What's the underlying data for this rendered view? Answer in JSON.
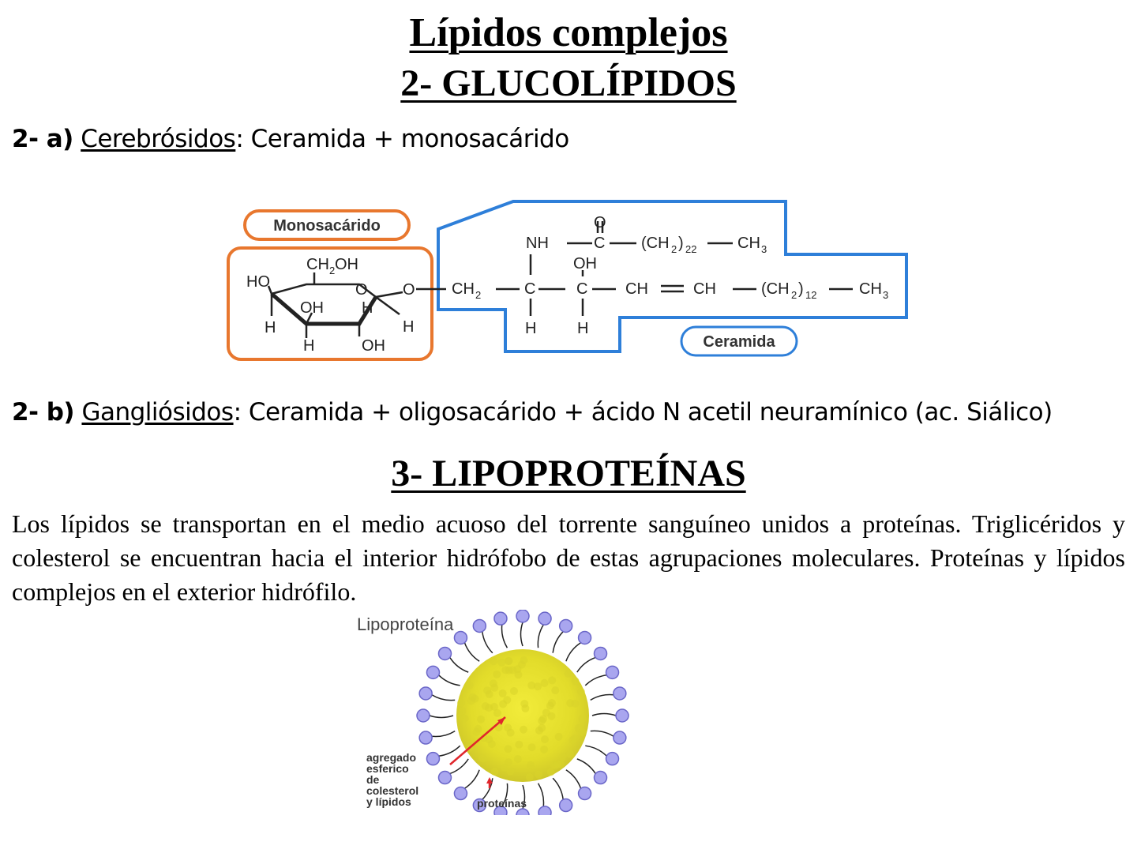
{
  "titles": {
    "main": "Lípidos complejos",
    "section2": "2- GLUCOLÍPIDOS",
    "section3": "3- LIPOPROTEÍNAS"
  },
  "item_a": {
    "num": "2- a)",
    "term": "Cerebrósidos",
    "desc": ": Ceramida + monosacárido"
  },
  "item_b": {
    "num": "2- b)",
    "term": "Gangliósidos",
    "desc": ": Ceramida + oligosacárido + ácido N acetil neuramínico (ac. Siálico)"
  },
  "paragraph": "Los lípidos se transportan en el medio acuoso del torrente sanguíneo unidos a proteínas. Triglicéridos y colesterol se encuentran hacia el interior hidrófobo de estas agrupaciones moleculares. Proteínas y lípidos complejos en el exterior hidrófilo.",
  "diagram1": {
    "label_monosaccharide": "Monosacárido",
    "label_ceramide": "Ceramida",
    "orange": "#e8772e",
    "blue": "#2e7fd9"
  },
  "diagram2": {
    "title": "Lipoproteína",
    "label_core_lines": [
      "agregado",
      "esferico",
      "de",
      "colesterol",
      "y lípidos"
    ],
    "label_proteins": "proteínas",
    "arrow_color": "#e0262c"
  }
}
